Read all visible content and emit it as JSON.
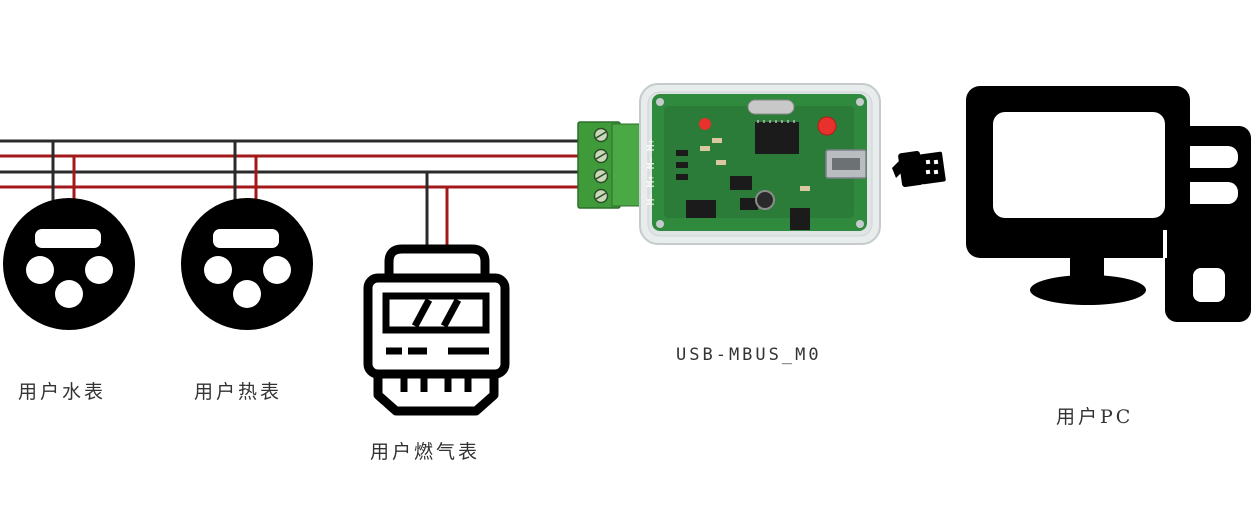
{
  "labels": {
    "water_meter": "用户水表",
    "heat_meter": "用户热表",
    "gas_meter": "用户燃气表",
    "converter": "USB-MBUS_M0",
    "pc": "用户PC",
    "terminal_marking": "M- M+ M- M+"
  },
  "icons": {
    "water_meter": "water-meter-icon",
    "heat_meter": "heat-meter-icon",
    "gas_meter": "gas-meter-icon",
    "converter": "usb-mbus-converter-board",
    "usb_plug": "usb-plug-icon",
    "pc": "desktop-computer-icon"
  },
  "colors": {
    "bus_black": "#2b2b2b",
    "bus_red": "#a3191b",
    "icon": "#000000",
    "pcb": "#2f8a3e",
    "terminal": "#3f9a3a"
  }
}
